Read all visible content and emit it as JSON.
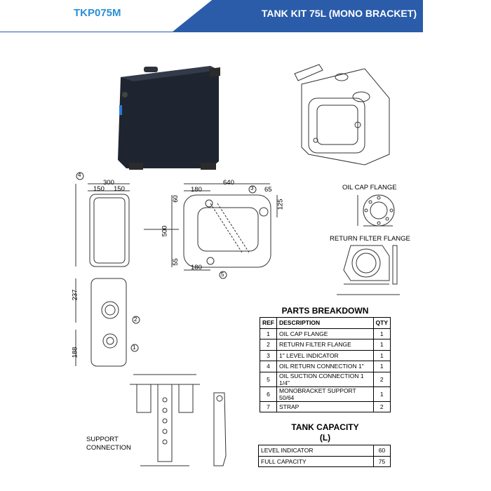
{
  "header": {
    "code": "TKP075M",
    "title": "TANK KIT 75L (MONO BRACKET)"
  },
  "drawing_labels": {
    "oil_cap_flange": "OIL CAP FLANGE",
    "return_filter_flange": "RETURN FILTER FLANGE",
    "support_connection_1": "SUPPORT",
    "support_connection_2": "CONNECTION"
  },
  "dimensions": {
    "d300": "300",
    "d150a": "150",
    "d150b": "150",
    "d640": "640",
    "d180a": "180",
    "d65": "65",
    "d60": "60",
    "d125": "125",
    "d500": "500",
    "d55": "55",
    "d180b": "180",
    "d237": "237",
    "d188": "188",
    "c1": "1",
    "c2": "2",
    "c3": "3",
    "c4": "4",
    "c5": "5"
  },
  "parts_breakdown": {
    "title": "PARTS BREAKDOWN",
    "headers": {
      "ref": "REF",
      "description": "DESCRIPTION",
      "qty": "QTY"
    },
    "rows": [
      {
        "ref": "1",
        "description": "OIL CAP FLANGE",
        "qty": "1"
      },
      {
        "ref": "2",
        "description": "RETURN FILTER FLANGE",
        "qty": "1"
      },
      {
        "ref": "3",
        "description": "1\" LEVEL INDICATOR",
        "qty": "1"
      },
      {
        "ref": "4",
        "description": "OIL RETURN CONNECTION 1\"",
        "qty": "1"
      },
      {
        "ref": "5",
        "description": "OIL SUCTION CONNECTION 1 1/4\"",
        "qty": "2"
      },
      {
        "ref": "6",
        "description": "MONOBRACKET SUPPORT 50/64",
        "qty": "1"
      },
      {
        "ref": "7",
        "description": "STRAP",
        "qty": "2"
      }
    ]
  },
  "tank_capacity": {
    "title": "TANK CAPACITY",
    "unit": "(L)",
    "rows": [
      {
        "label": "LEVEL INDICATOR",
        "value": "60"
      },
      {
        "label": "FULL CAPACITY",
        "value": "75"
      }
    ]
  },
  "colors": {
    "brand_blue": "#2a5caa",
    "code_blue": "#2a8fd6",
    "tank_body": "#1f2530"
  }
}
